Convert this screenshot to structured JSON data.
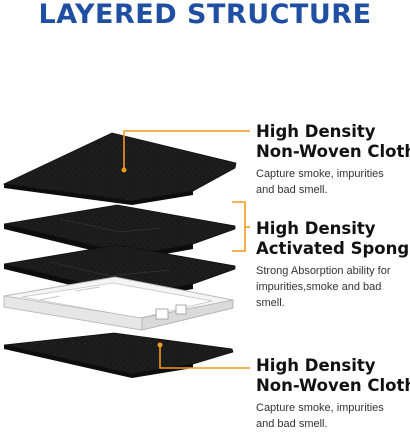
{
  "title": "LAYERED STRUCTURE",
  "callouts": [
    {
      "heading_line1": "High Density",
      "heading_line2": "Non-Woven Cloth",
      "desc_line1": "Capture smoke, impurities",
      "desc_line2": "and bad smell."
    },
    {
      "heading_line1": "High Density",
      "heading_line2": "Activated Sponge",
      "desc_line1": "Strong Absorption ability for",
      "desc_line2": "impurities,smoke and bad",
      "desc_line3": "smell."
    },
    {
      "heading_line1": "High Density",
      "heading_line2": "Non-Woven Cloth",
      "desc_line1": "Capture smoke, impurities",
      "desc_line2": "and bad smell."
    }
  ],
  "colors": {
    "title": "#1f4fa3",
    "leader": "#f39a1e",
    "layer_dark": "#1b1b1b",
    "frame": "#f2f2f2"
  },
  "layers": [
    "non-woven-cloth",
    "activated-sponge",
    "activated-sponge",
    "plastic-frame",
    "non-woven-cloth"
  ]
}
